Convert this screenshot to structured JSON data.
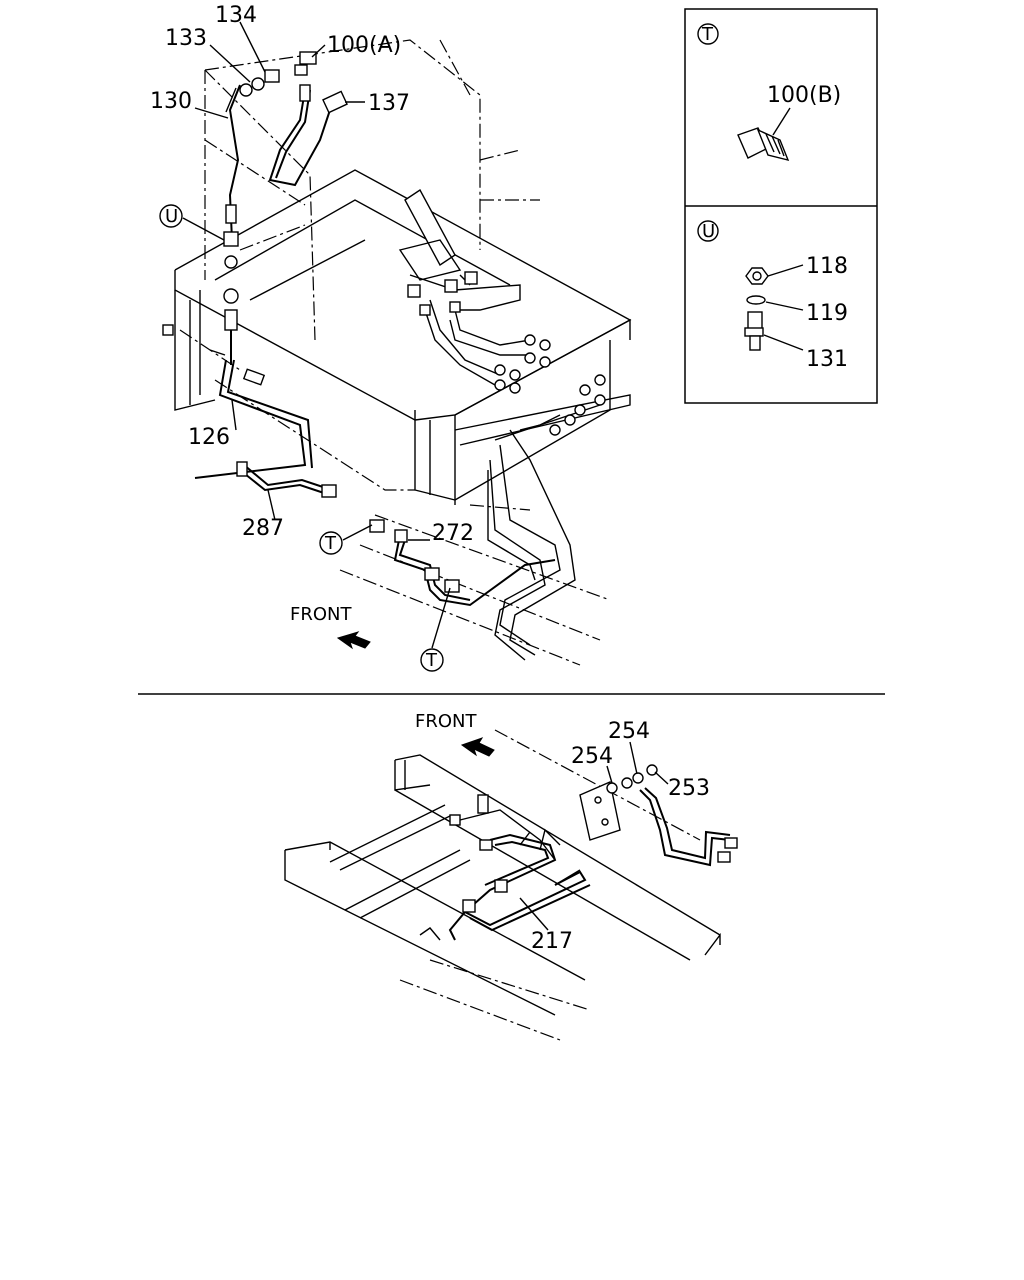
{
  "labels": {
    "l134": "134",
    "l133": "133",
    "l100a": "100(A)",
    "l130": "130",
    "l137": "137",
    "l126": "126",
    "l287": "287",
    "l272": "272",
    "l100b": "100(B)",
    "l118": "118",
    "l119": "119",
    "l131": "131",
    "l254a": "254",
    "l254b": "254",
    "l253": "253",
    "l217": "217"
  },
  "callouts": {
    "t_inset": "T",
    "u_inset": "U",
    "u_main": "U",
    "t_left": "T",
    "t_bottom": "T"
  },
  "front_top": "FRONT",
  "front_bottom": "FRONT"
}
